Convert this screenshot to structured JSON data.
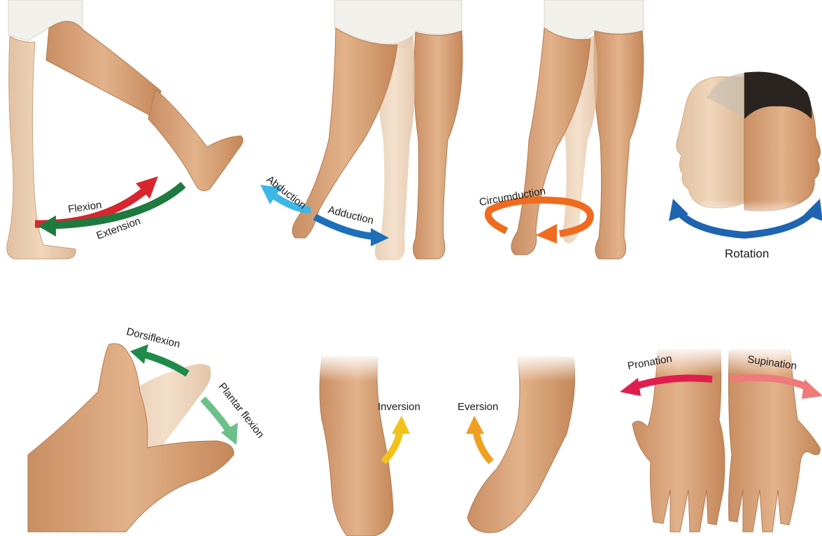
{
  "labels": {
    "flexion": "Flexion",
    "extension": "Extension",
    "abduction": "Abduction",
    "adduction": "Adduction",
    "circumduction": "Circumduction",
    "rotation": "Rotation",
    "dorsiflexion": "Dorsiflexion",
    "plantar_flexion": "Plantar flexion",
    "inversion": "Inversion",
    "eversion": "Eversion",
    "pronation": "Pronation",
    "supination": "Supination"
  },
  "colors": {
    "flexion": "#d7262e",
    "extension": "#1f7a3f",
    "abduction": "#3fb6e6",
    "adduction": "#1f6fb8",
    "circumduction": "#ef6b1f",
    "rotation": "#1f64b0",
    "dorsiflexion": "#1f8a4a",
    "plantar_flexion": "#6cc08a",
    "inversion": "#f1c21b",
    "eversion": "#f0a020",
    "pronation": "#e01e4e",
    "supination": "#ef7a7a",
    "skin": "#d9a57c",
    "skin_light": "#e8c4a2",
    "underwear": "#f2f0ea"
  }
}
